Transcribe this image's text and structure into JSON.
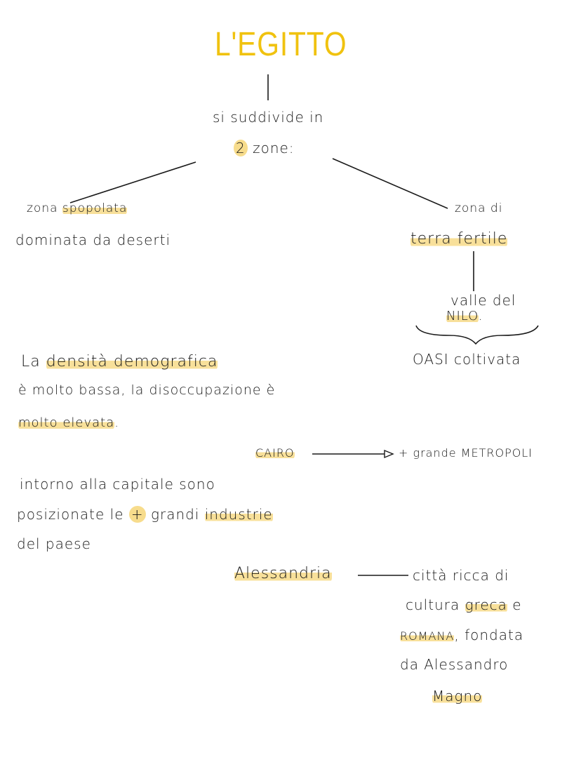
{
  "title": "L'EGITTO",
  "subtitle": {
    "line1": "si suddivide in",
    "count": "2",
    "line2_rest": " zone:"
  },
  "left_zone": {
    "prefix": "zona ",
    "highlight": "spopolata",
    "line2": "dominata da deserti"
  },
  "right_zone": {
    "line1": "zona di",
    "highlight": "terra fertile",
    "sub1": "valle del",
    "sub2_highlight": "NILO",
    "sub2_rest": ".",
    "brace_label": "OASI coltivata"
  },
  "density": {
    "prefix": "La ",
    "highlight": "densità demografica",
    "line2": "è molto bassa, la disoccupazione è",
    "line3_highlight": "molto elevata",
    "line3_rest": "."
  },
  "cairo": {
    "label": "CAIRO",
    "arrow_target": "+ grande METROPOLI"
  },
  "industry": {
    "line1": "intorno alla capitale sono",
    "line2_prefix": "posizionate le ",
    "line2_plus": "+",
    "line2_mid": " grandi ",
    "line2_highlight": "industrie",
    "line3": "del paese"
  },
  "alessandria": {
    "label": "Alessandria",
    "line1": "città ricca di",
    "line2_prefix": "cultura ",
    "line2_highlight": "greca",
    "line2_rest": " e",
    "line3_highlight": "ROMANA",
    "line3_rest": ", fondata",
    "line4": "da Alessandro",
    "line5_highlight": "Magno"
  },
  "colors": {
    "title": "#f0c20f",
    "highlight": "#f6d678",
    "ink": "#1a1a1a"
  }
}
